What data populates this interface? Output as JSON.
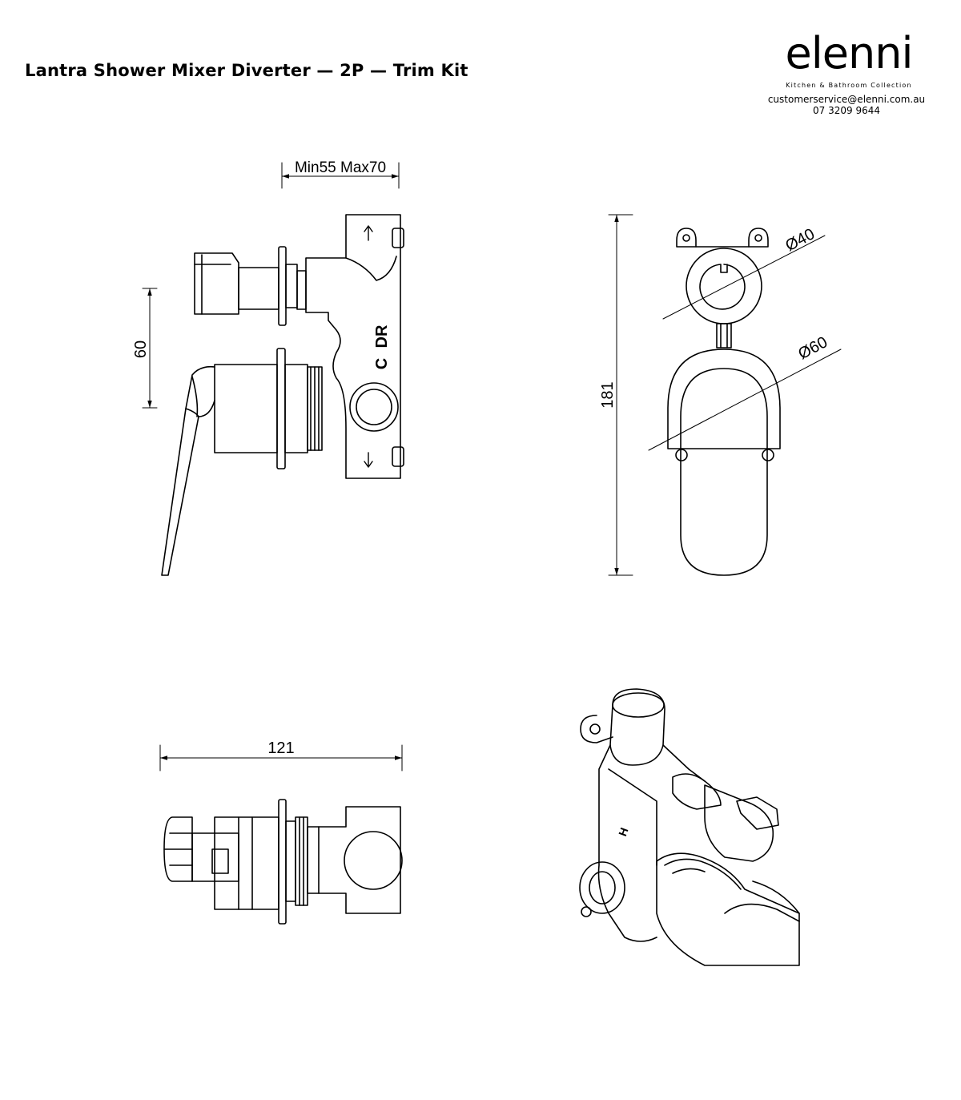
{
  "header": {
    "title": "Lantra Shower Mixer Diverter — 2P — Trim Kit"
  },
  "brand": {
    "logo_text": "elenni",
    "tagline": "Kitchen &  Bathroom Collection",
    "email": "customerservice@elenni.com.au",
    "phone": "07 3209 9644"
  },
  "dimensions": {
    "depth_range": "Min55 Max70",
    "vertical_spacing": "60",
    "total_height": "181",
    "small_diameter": "Ø40",
    "large_diameter": "Ø60",
    "total_width": "121"
  },
  "markings": {
    "cold": "C",
    "diverter": "DR",
    "hot": "H"
  }
}
